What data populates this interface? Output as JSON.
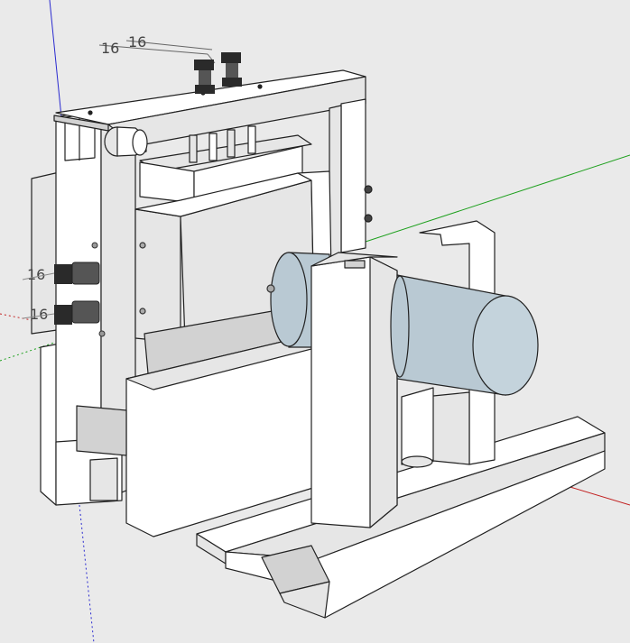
{
  "scene": {
    "background": "#eaeaea",
    "axis_colors": {
      "red": "#c22020",
      "green": "#1ea01e",
      "blue": "#2a2ad0"
    },
    "model_colors": {
      "face_light": "#ffffff",
      "face_shade": "#e6e6e6",
      "face_dark": "#d2d2d2",
      "edge": "#222222",
      "cylinder": "#b9c9d3",
      "cylinder_end": "#c4d3dc",
      "bolt": "#2a2a2a"
    },
    "dimension_labels": {
      "top_a": "16",
      "top_b": "16",
      "side_upper": "16",
      "side_lower": "16"
    }
  }
}
